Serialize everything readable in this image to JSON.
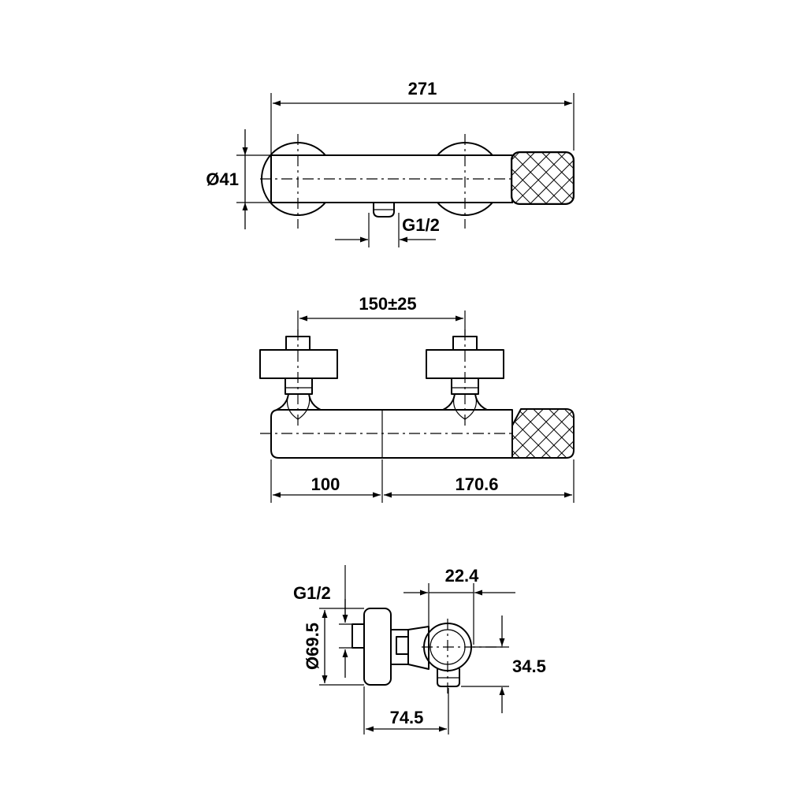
{
  "dimensions": {
    "top_length": "271",
    "top_diameter": "Ø41",
    "top_thread": "G1/2",
    "front_spacing": "150±25",
    "front_left": "100",
    "front_right": "170.6",
    "side_thread": "G1/2",
    "side_diameter": "Ø69.5",
    "side_offset": "22.4",
    "side_height": "34.5",
    "side_depth": "74.5"
  }
}
